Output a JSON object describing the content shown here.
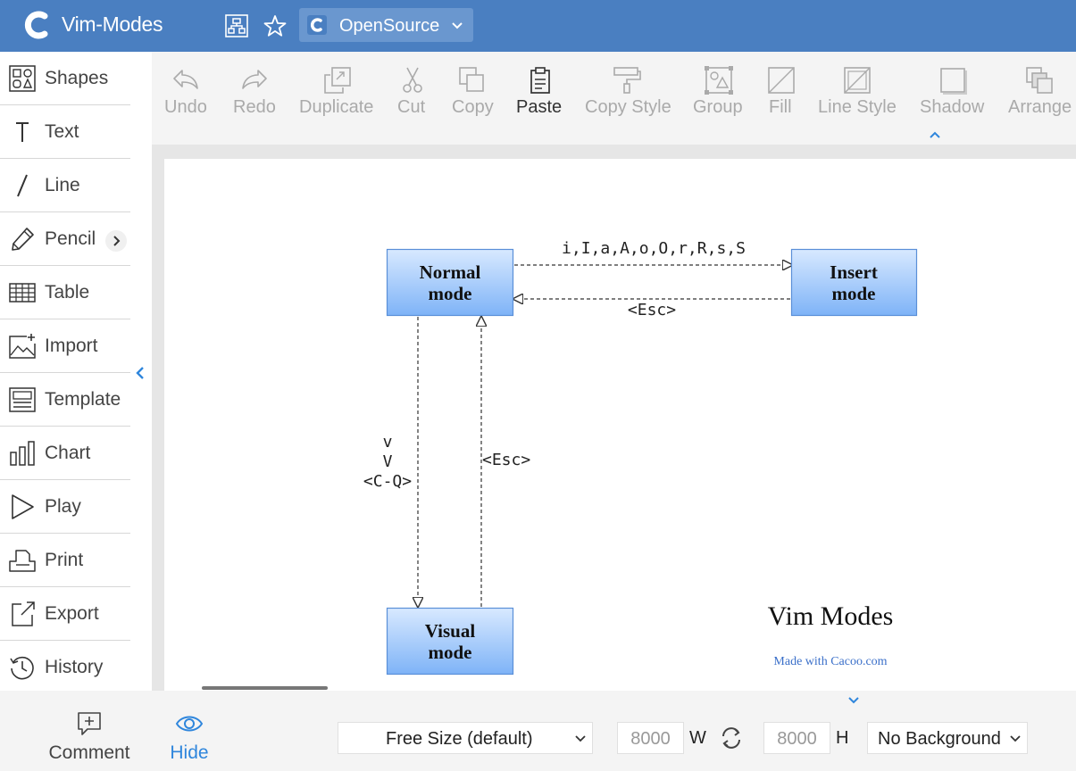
{
  "header": {
    "app_title": "Vim-Modes",
    "org_name": "OpenSource"
  },
  "sidebar": {
    "items": [
      {
        "label": "Shapes",
        "icon": "shapes-icon"
      },
      {
        "label": "Text",
        "icon": "text-icon"
      },
      {
        "label": "Line",
        "icon": "line-icon"
      },
      {
        "label": "Pencil",
        "icon": "pencil-icon"
      },
      {
        "label": "Table",
        "icon": "table-icon"
      },
      {
        "label": "Import",
        "icon": "import-icon"
      },
      {
        "label": "Template",
        "icon": "template-icon"
      },
      {
        "label": "Chart",
        "icon": "chart-icon"
      },
      {
        "label": "Play",
        "icon": "play-icon"
      },
      {
        "label": "Print",
        "icon": "print-icon"
      },
      {
        "label": "Export",
        "icon": "export-icon"
      },
      {
        "label": "History",
        "icon": "history-icon"
      }
    ]
  },
  "toolbar": {
    "tools": [
      {
        "label": "Undo",
        "enabled": false
      },
      {
        "label": "Redo",
        "enabled": false
      },
      {
        "label": "Duplicate",
        "enabled": false
      },
      {
        "label": "Cut",
        "enabled": false
      },
      {
        "label": "Copy",
        "enabled": false
      },
      {
        "label": "Paste",
        "enabled": true
      },
      {
        "label": "Copy Style",
        "enabled": false
      },
      {
        "label": "Group",
        "enabled": false
      },
      {
        "label": "Fill",
        "enabled": false
      },
      {
        "label": "Line Style",
        "enabled": false
      },
      {
        "label": "Shadow",
        "enabled": false
      },
      {
        "label": "Arrange",
        "enabled": false
      }
    ]
  },
  "diagram": {
    "nodes": {
      "normal": [
        "Normal",
        "mode"
      ],
      "insert": [
        "Insert",
        "mode"
      ],
      "visual": [
        "Visual",
        "mode"
      ]
    },
    "edges": {
      "normal_to_insert": "i,I,a,A,o,O,r,R,s,S",
      "insert_to_normal": "<Esc>",
      "normal_to_visual": [
        "v",
        "V",
        "<C-Q>"
      ],
      "visual_to_normal": "<Esc>"
    },
    "title": "Vim Modes",
    "credit": "Made with Cacoo.com",
    "colors": {
      "node_fill_top": "#d8e9ff",
      "node_fill_bottom": "#7eb3f7",
      "node_border": "#5a8fd8",
      "credit_text": "#3a6fc9"
    }
  },
  "bottombar": {
    "comment_label": "Comment",
    "hide_label": "Hide",
    "size_select": "Free Size (default)",
    "width_value": "8000",
    "width_label": "W",
    "height_value": "8000",
    "height_label": "H",
    "background_select": "No Background"
  },
  "colors": {
    "header_bg": "#4a7fc1",
    "accent": "#2f86dc"
  }
}
